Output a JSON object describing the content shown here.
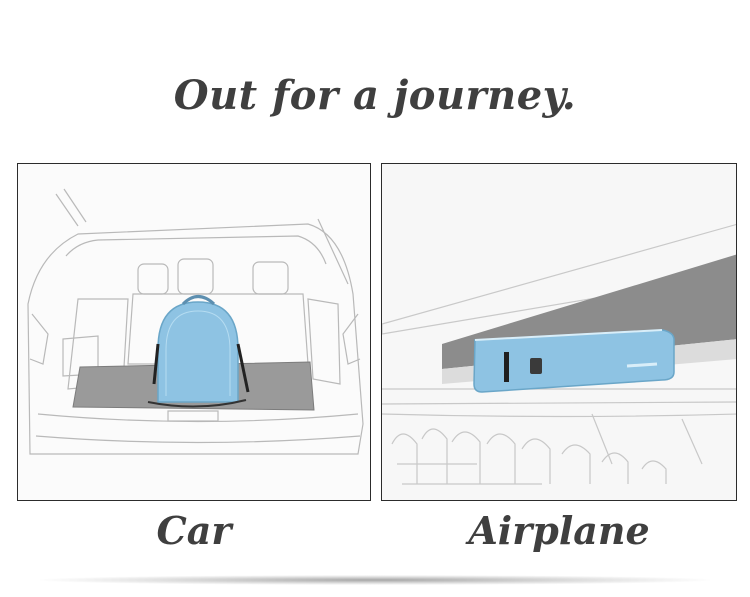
{
  "heading": "Out for a journey.",
  "panels": {
    "car": {
      "caption": "Car"
    },
    "airplane": {
      "caption": "Airplane"
    }
  },
  "colors": {
    "text": "#3f3f3f",
    "bag_blue": "#8ec3e3",
    "frame": "#2c2c2c"
  }
}
